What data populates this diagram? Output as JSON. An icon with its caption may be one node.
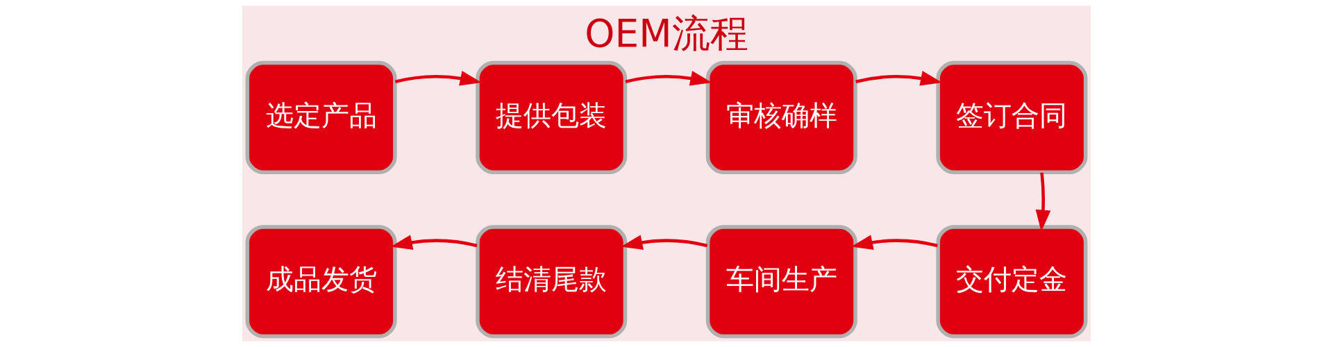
{
  "diagram": {
    "title": "OEM流程",
    "nodes": [
      {
        "text": [
          "选定产品"
        ]
      },
      {
        "text": [
          "提供包装"
        ]
      },
      {
        "text": [
          "审核确样"
        ]
      },
      {
        "text": [
          "签订合同"
        ]
      },
      {
        "text": [
          "交付定金"
        ]
      },
      {
        "text": [
          "车间生产"
        ]
      },
      {
        "text": [
          "结清尾款"
        ]
      },
      {
        "text": [
          "成品发货"
        ]
      }
    ],
    "edges": [
      {
        "from": 0,
        "to": 1,
        "arrow": "to"
      },
      {
        "from": 1,
        "to": 2,
        "arrow": "to"
      },
      {
        "from": 2,
        "to": 3,
        "arrow": "to"
      },
      {
        "from": 3,
        "to": 4,
        "arrow": "to"
      },
      {
        "from": 4,
        "to": 5,
        "arrow": "to"
      },
      {
        "from": 5,
        "to": 6,
        "arrow": "to"
      },
      {
        "from": 6,
        "to": 7,
        "arrow": "to"
      }
    ]
  }
}
